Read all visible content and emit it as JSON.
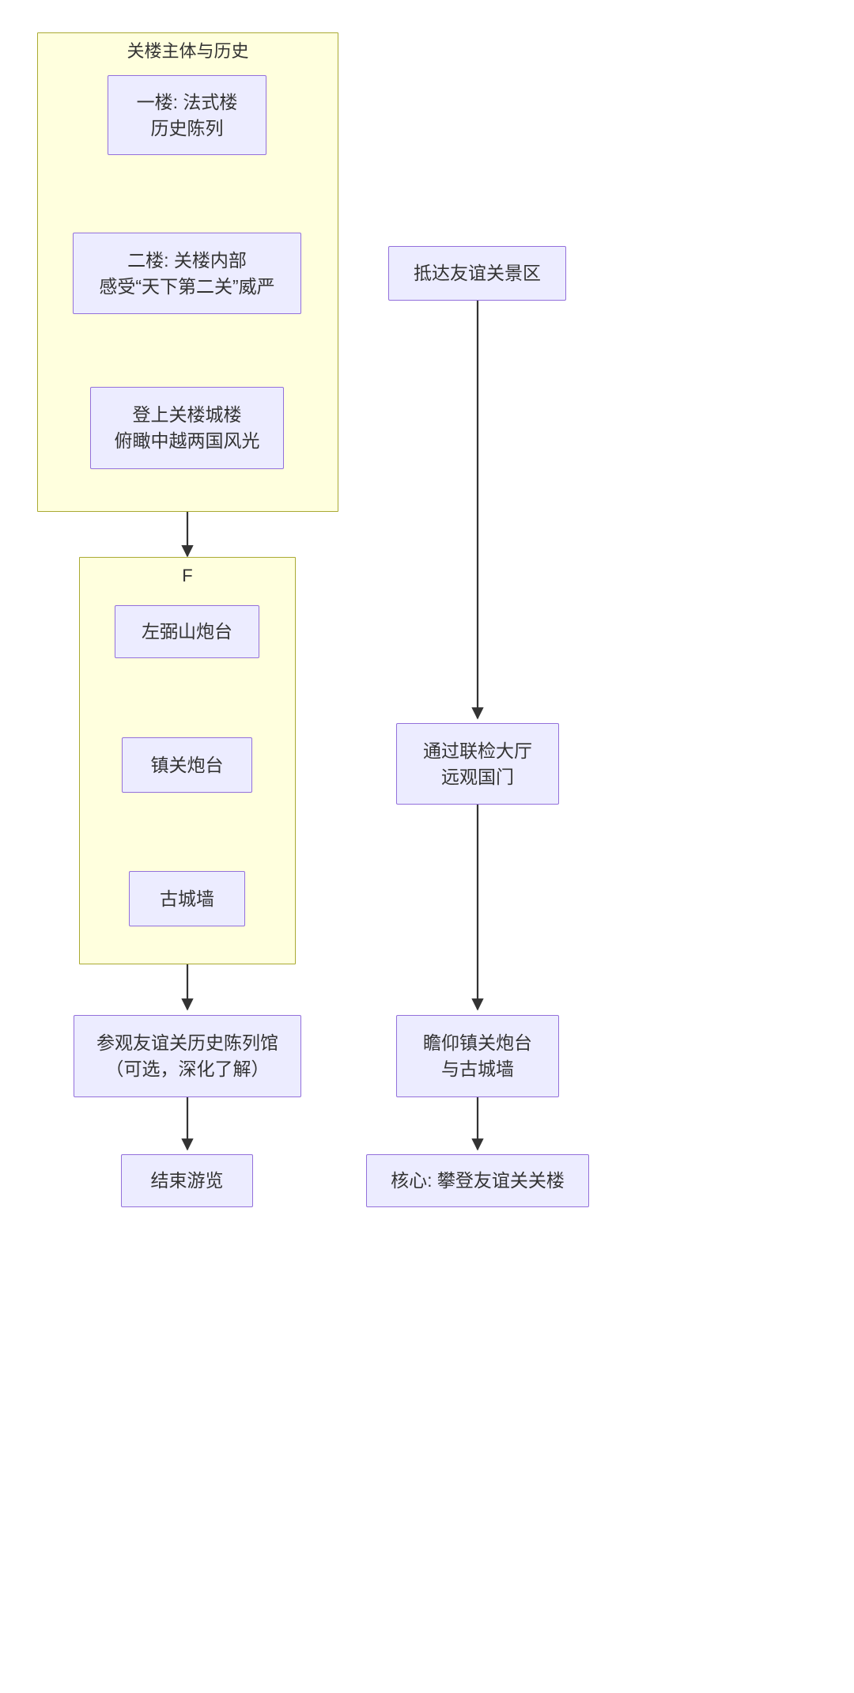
{
  "diagram": {
    "type": "flowchart",
    "direction": "top-down",
    "title": "",
    "theme": {
      "node_fill": "#ececff",
      "node_stroke": "#9370db",
      "cluster_fill": "#ffffde",
      "cluster_stroke": "#aaaa33",
      "edge_color": "#333333",
      "text_color": "#333333",
      "background": "#ffffff"
    },
    "clusters": [
      {
        "id": "cluster_main",
        "label": "关楼主体与历史"
      },
      {
        "id": "cluster_f",
        "label": "F"
      }
    ],
    "nodes": [
      {
        "id": "n1",
        "label": "一楼: 法式楼\n历史陈列",
        "cluster": "cluster_main"
      },
      {
        "id": "n2",
        "label": "二楼: 关楼内部\n感受“天下第二关”威严",
        "cluster": "cluster_main"
      },
      {
        "id": "n3",
        "label": "登上关楼城楼\n俯瞰中越两国风光",
        "cluster": "cluster_main"
      },
      {
        "id": "n4",
        "label": "左弼山炮台",
        "cluster": "cluster_f"
      },
      {
        "id": "n5",
        "label": "镇关炮台",
        "cluster": "cluster_f"
      },
      {
        "id": "n6",
        "label": "古城墙",
        "cluster": "cluster_f"
      },
      {
        "id": "n7",
        "label": "参观友谊关历史陈列馆\n（可选，深化了解）",
        "cluster": null
      },
      {
        "id": "n8",
        "label": "结束游览",
        "cluster": null
      },
      {
        "id": "r1",
        "label": "抵达友谊关景区",
        "cluster": null
      },
      {
        "id": "r2",
        "label": "通过联检大厅\n远观国门",
        "cluster": null
      },
      {
        "id": "r3",
        "label": "瞻仰镇关炮台\n与古城墙",
        "cluster": null
      },
      {
        "id": "r4",
        "label": "核心: 攀登友谊关关楼",
        "cluster": null
      }
    ],
    "edges": [
      {
        "from": "n1",
        "to": "n2"
      },
      {
        "from": "n2",
        "to": "n3"
      },
      {
        "from": "cluster_main",
        "to": "cluster_f"
      },
      {
        "from": "n4",
        "to": "n5"
      },
      {
        "from": "n5",
        "to": "n6"
      },
      {
        "from": "cluster_f",
        "to": "n7"
      },
      {
        "from": "n7",
        "to": "n8"
      },
      {
        "from": "r1",
        "to": "r2"
      },
      {
        "from": "r2",
        "to": "r3"
      },
      {
        "from": "r3",
        "to": "r4"
      }
    ]
  }
}
